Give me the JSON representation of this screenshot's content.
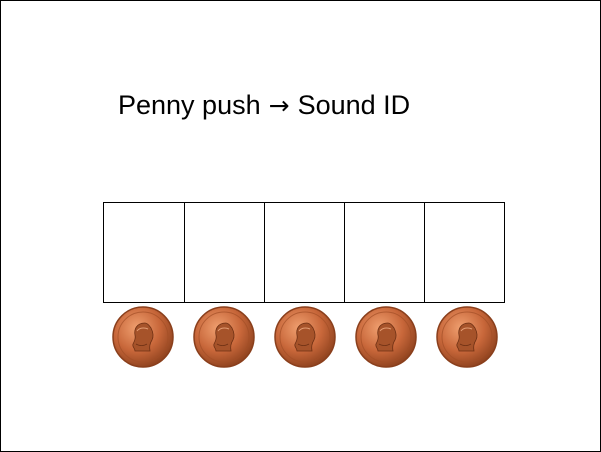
{
  "slide": {
    "title_part1": "Penny push",
    "arrow": "→",
    "title_part2": "Sound ID"
  },
  "sound_boxes": [
    {
      "index": 1
    },
    {
      "index": 2
    },
    {
      "index": 3
    },
    {
      "index": 4
    },
    {
      "index": 5
    }
  ],
  "pennies": [
    {
      "icon": "penny-icon"
    },
    {
      "icon": "penny-icon"
    },
    {
      "icon": "penny-icon"
    },
    {
      "icon": "penny-icon"
    },
    {
      "icon": "penny-icon"
    }
  ],
  "colors": {
    "penny_base": "#c8673a",
    "penny_rim": "#8a3f1c",
    "penny_highlight": "#f0a070",
    "border": "#000000",
    "background": "#ffffff"
  }
}
